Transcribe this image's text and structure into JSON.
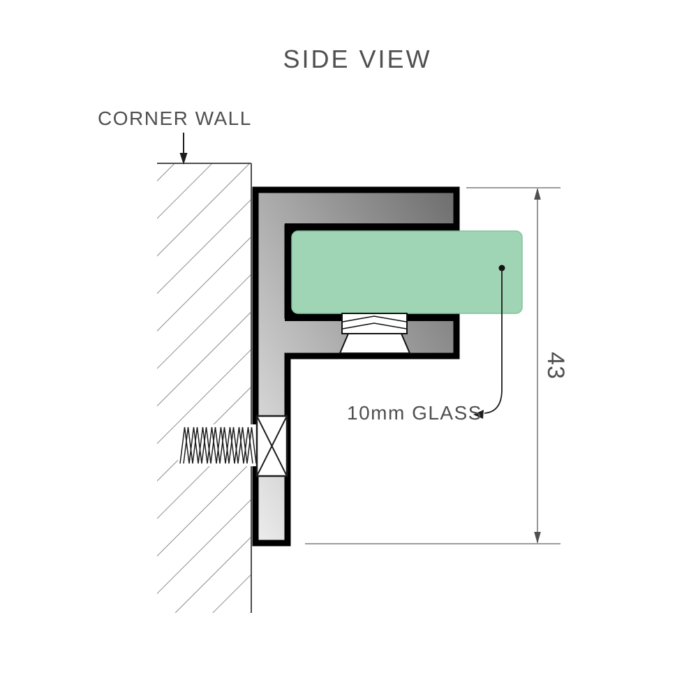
{
  "diagram": {
    "title": "SIDE VIEW",
    "corner_wall_label": "CORNER WALL",
    "glass_label": "10mm GLASS",
    "dimension_value": "43",
    "colors": {
      "glass": "#9fd5b5",
      "text": "#4f4f4f",
      "metal_light": "#ededed",
      "metal_dark": "#6d6d6d",
      "outline": "#000000",
      "wall_line": "#4d4d4d",
      "hatch_line": "#6f6f6f",
      "dimension_line": "#7b7b7b"
    }
  }
}
